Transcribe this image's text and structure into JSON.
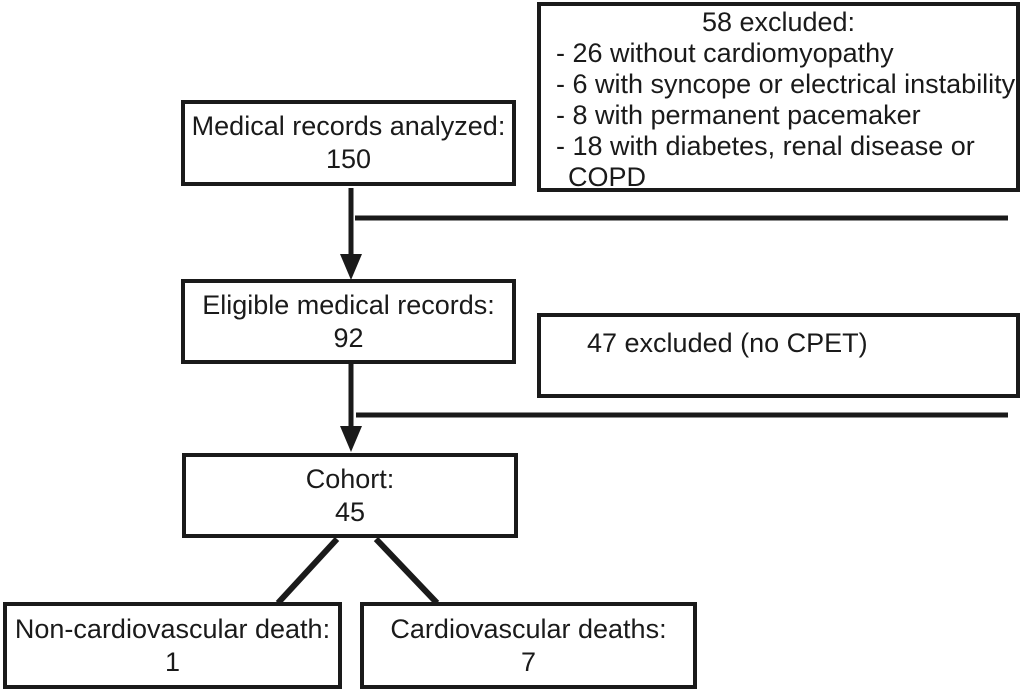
{
  "diagram": {
    "type": "flowchart",
    "boxes": {
      "medical": {
        "label": "Medical records analyzed:",
        "value": "150"
      },
      "excluded58": {
        "title": "58 excluded:",
        "items": [
          "- 26 without cardiomyopathy",
          "- 6 with syncope or electrical instability",
          "- 8 with permanent pacemaker",
          "- 18 with diabetes, renal disease or COPD"
        ]
      },
      "eligible": {
        "label": "Eligible medical records:",
        "value": "92"
      },
      "excluded47": {
        "label": "47 excluded (no CPET)"
      },
      "cohort": {
        "label": "Cohort:",
        "value": "45"
      },
      "noncv": {
        "label": "Non-cardiovascular death:",
        "value": "1"
      },
      "cv": {
        "label": "Cardiovascular deaths:",
        "value": "7"
      }
    },
    "colors": {
      "line": "#1a1a1a",
      "background": "#ffffff",
      "box_background": "#ffffff"
    }
  }
}
